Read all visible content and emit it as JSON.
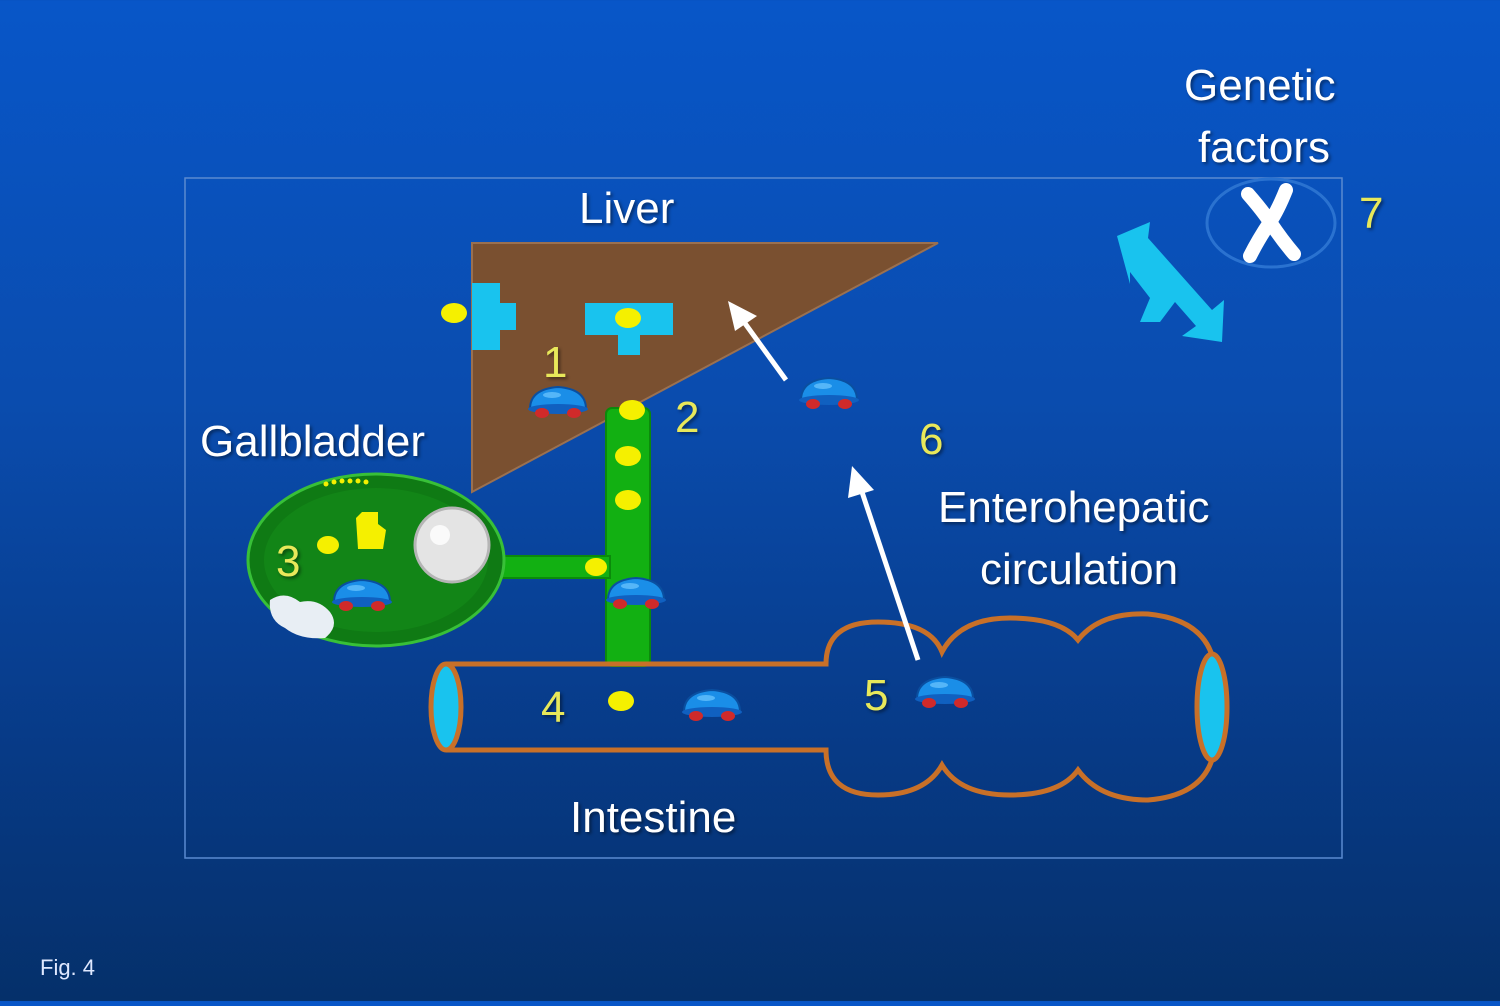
{
  "labels": {
    "liver": "Liver",
    "gallbladder": "Gallbladder",
    "intestine": "Intestine",
    "enterohepatic_line1": "Enterohepatic",
    "enterohepatic_line2": "circulation",
    "genetic_line1": "Genetic",
    "genetic_line2": "factors"
  },
  "numbers": {
    "n1": "1",
    "n2": "2",
    "n3": "3",
    "n4": "4",
    "n5": "5",
    "n6": "6",
    "n7": "7"
  },
  "figure_label": "Fig. 4",
  "colors": {
    "background_top": "#0856c8",
    "background_bottom": "#05306a",
    "liver": "#7a5030",
    "bile_duct": "#12b012",
    "gallbladder": "#0f7a14",
    "intestine_outline": "#c87028",
    "receptor": "#19c3ee",
    "particle": "#f5f000",
    "label_text": "#ffffff",
    "number_text": "#e8e85a"
  },
  "icons": {
    "micelle": "blue-micelle-icon",
    "gallstone": "gallstone-icon",
    "chromosome": "chromosome-icon",
    "arrow": "arrow-icon"
  }
}
